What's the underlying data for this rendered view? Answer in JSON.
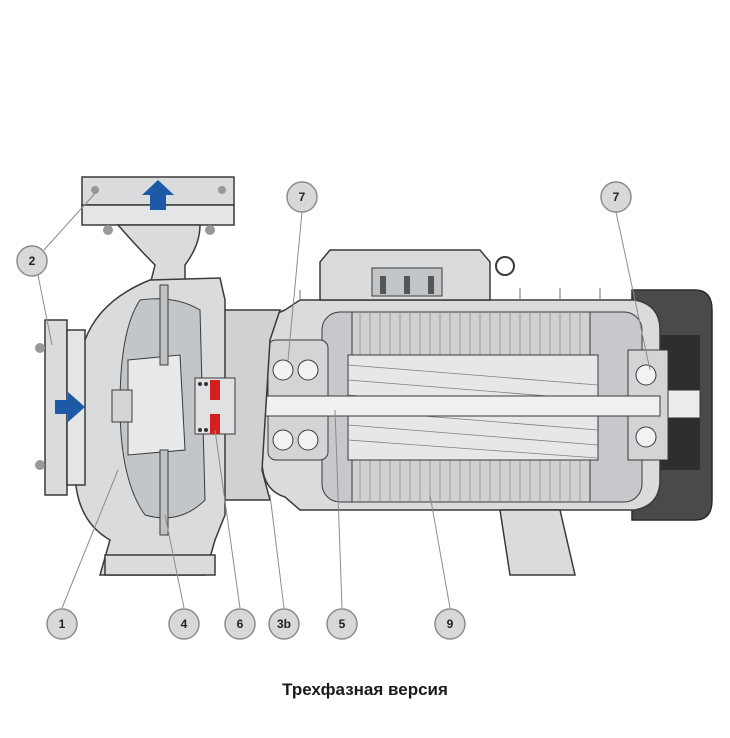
{
  "caption": "Трехфазная версия",
  "colors": {
    "housing_fill": "#d9dbdd",
    "housing_dark": "#9a9da0",
    "outline": "#3a3a3a",
    "flow_arrow": "#1c5aa8",
    "seal_red": "#d31f1f",
    "fan_cover": "#4a4a4a",
    "callout_fill": "#d6d8da"
  },
  "callouts": [
    {
      "label": "2",
      "part": "pump-flanges"
    },
    {
      "label": "1",
      "part": "pump-casing"
    },
    {
      "label": "4",
      "part": "impeller"
    },
    {
      "label": "6",
      "part": "mechanical-seal"
    },
    {
      "label": "3b",
      "part": "motor-bracket"
    },
    {
      "label": "5",
      "part": "shaft"
    },
    {
      "label": "9",
      "part": "stator-winding"
    },
    {
      "label": "7",
      "part": "bearing-front"
    },
    {
      "label": "7",
      "part": "bearing-rear"
    }
  ]
}
